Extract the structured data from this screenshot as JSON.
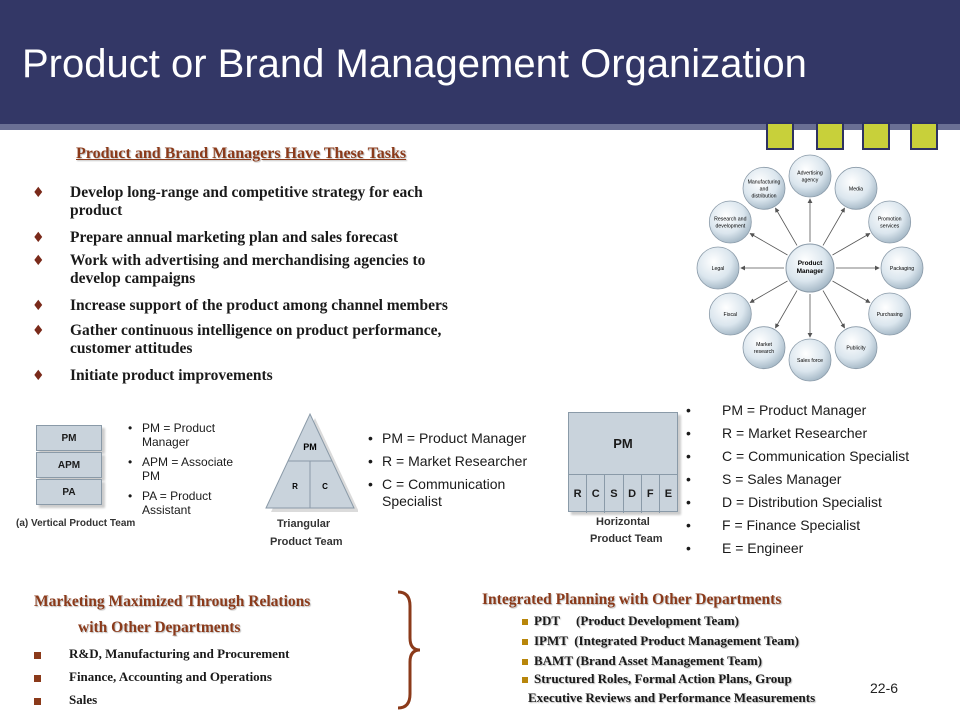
{
  "title": "Product or Brand Management Organization",
  "tasks": {
    "heading": "Product and Brand Managers Have These Tasks",
    "items": [
      {
        "line1": "Develop long-range and competitive strategy for each",
        "line2": "product"
      },
      {
        "line1": "Prepare annual marketing plan and sales forecast",
        "line2": ""
      },
      {
        "line1": "Work with advertising and merchandising agencies to",
        "line2": "develop campaigns"
      },
      {
        "line1": "Increase support of the product among channel members",
        "line2": ""
      },
      {
        "line1": "Gather continuous intelligence on product performance,",
        "line2": "customer attitudes"
      },
      {
        "line1": "Initiate product improvements",
        "line2": ""
      }
    ]
  },
  "wheel": {
    "center_line1": "Product",
    "center_line2": "Manager",
    "nodes": [
      {
        "l1": "Advertising",
        "l2": "agency",
        "l3": ""
      },
      {
        "l1": "Media",
        "l2": "",
        "l3": ""
      },
      {
        "l1": "Promotion",
        "l2": "services",
        "l3": ""
      },
      {
        "l1": "Packaging",
        "l2": "",
        "l3": ""
      },
      {
        "l1": "Purchasing",
        "l2": "",
        "l3": ""
      },
      {
        "l1": "Publicity",
        "l2": "",
        "l3": ""
      },
      {
        "l1": "Sales force",
        "l2": "",
        "l3": ""
      },
      {
        "l1": "Market",
        "l2": "research",
        "l3": ""
      },
      {
        "l1": "Fiscal",
        "l2": "",
        "l3": ""
      },
      {
        "l1": "Legal",
        "l2": "",
        "l3": ""
      },
      {
        "l1": "Research and",
        "l2": "development",
        "l3": ""
      },
      {
        "l1": "Manufacturing",
        "l2": "and",
        "l3": "distribution"
      }
    ]
  },
  "vertical": {
    "boxes": [
      "PM",
      "APM",
      "PA"
    ],
    "caption": "(a) Vertical Product Team",
    "legend": [
      {
        "l1": "PM = Product",
        "l2": "Manager"
      },
      {
        "l1": "APM = Associate",
        "l2": "PM"
      },
      {
        "l1": "PA = Product",
        "l2": "Assistant"
      }
    ]
  },
  "triangular": {
    "top": "PM",
    "bottom_left": "R",
    "bottom_right": "C",
    "caption1": "Triangular",
    "caption2": "Product Team",
    "legend": [
      {
        "l1": "PM = Product Manager",
        "l2": ""
      },
      {
        "l1": "R = Market Researcher",
        "l2": ""
      },
      {
        "l1": "C = Communication",
        "l2": "Specialist"
      }
    ]
  },
  "horizontal": {
    "top": "PM",
    "cells": [
      "R",
      "C",
      "S",
      "D",
      "F",
      "E"
    ],
    "caption1": "Horizontal",
    "caption2": "Product Team",
    "legend": [
      "PM = Product Manager",
      "R = Market Researcher",
      "C = Communication Specialist",
      "S = Sales Manager",
      "D = Distribution Specialist",
      "F = Finance Specialist",
      "E = Engineer"
    ]
  },
  "relations": {
    "heading1": "Marketing Maximized Through Relations",
    "heading2": "with Other Departments",
    "items": [
      "R&D, Manufacturing and Procurement",
      "Finance,  Accounting and Operations",
      "Sales"
    ]
  },
  "planning": {
    "heading": "Integrated Planning with Other Departments",
    "items": [
      "PDT     (Product Development Team)",
      "IPMT  (Integrated Product Management Team)",
      "BAMT (Brand Asset Management Team)",
      "Structured Roles, Formal Action Plans, Group"
    ],
    "continuation": "Executive Reviews and Performance Measurements"
  },
  "page_number": "22-6",
  "colors": {
    "header": "#333766",
    "accent_squares": "#c8d03a",
    "heading_brown": "#8b3a1a",
    "box_fill": "#c9d3dc"
  }
}
